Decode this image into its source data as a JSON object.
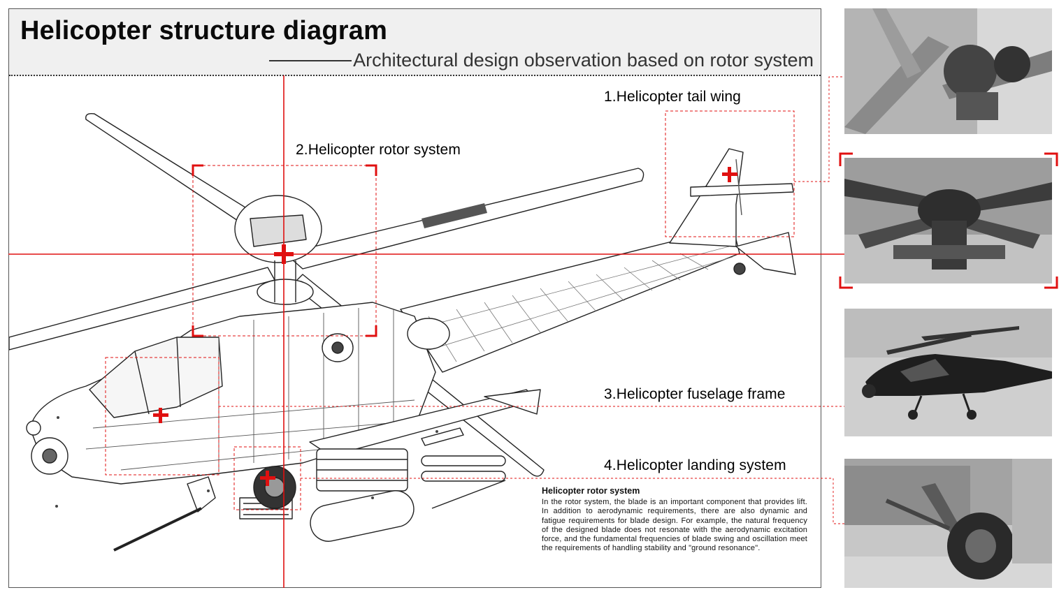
{
  "header": {
    "title": "Helicopter structure diagram",
    "subtitle": "Architectural design observation based on rotor system"
  },
  "callouts": [
    {
      "label": "1.Helicopter tail wing"
    },
    {
      "label": "2.Helicopter rotor system"
    },
    {
      "label": "3.Helicopter fuselage frame"
    },
    {
      "label": "4.Helicopter landing system"
    }
  ],
  "note": {
    "title": "Helicopter rotor system",
    "body": "In the rotor system, the blade is an important component that provides lift. In addition to aerodynamic requirements, there are also dynamic and fatigue requirements for blade design. For example, the natural frequency of the designed blade does not resonate with the aerodynamic excitation force, and the fundamental frequencies of blade swing and oscillation meet the requirements of handling stability and \"ground resonance\"."
  },
  "photos": [
    {
      "name": "tail-rotor-photo",
      "icon": "tail-rotor-closeup-icon"
    },
    {
      "name": "main-rotor-hub-photo",
      "icon": "rotor-hub-closeup-icon"
    },
    {
      "name": "helicopter-in-flight-photo",
      "icon": "attack-helicopter-icon"
    },
    {
      "name": "landing-gear-photo",
      "icon": "landing-gear-wheel-icon"
    }
  ],
  "colors": {
    "accent_red": "#e01010",
    "header_bg": "#f0f0f0",
    "line_art": "#222222"
  }
}
